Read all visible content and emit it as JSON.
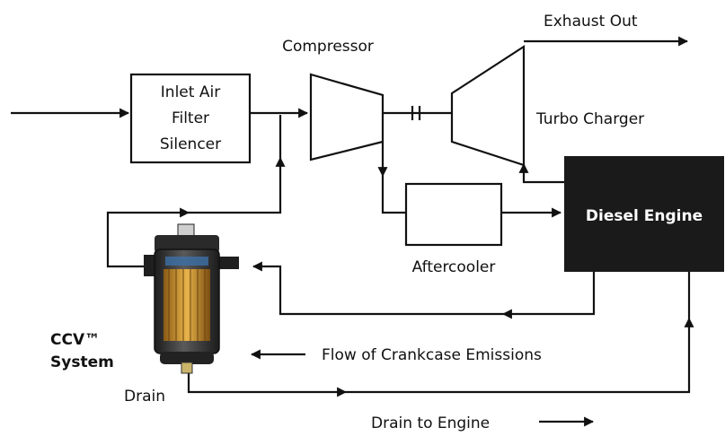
{
  "labels": {
    "exhaust_out": "Exhaust Out",
    "compressor": "Compressor",
    "inlet_line1": "Inlet Air",
    "inlet_line2": "Filter",
    "inlet_line3": "Silencer",
    "turbo_charger": "Turbo Charger",
    "diesel_engine": "Diesel Engine",
    "aftercooler": "Aftercooler",
    "ccv_line1": "CCV™",
    "ccv_line2": "System",
    "flow_crankcase": "Flow of Crankcase Emissions",
    "drain": "Drain",
    "drain_to_engine": "Drain to Engine"
  },
  "colors": {
    "line": "#111111",
    "engine_fill": "#1a1a1a",
    "engine_text": "#ffffff",
    "filter_element": "#d9a23a",
    "filter_housing": "#3a3a3a"
  }
}
